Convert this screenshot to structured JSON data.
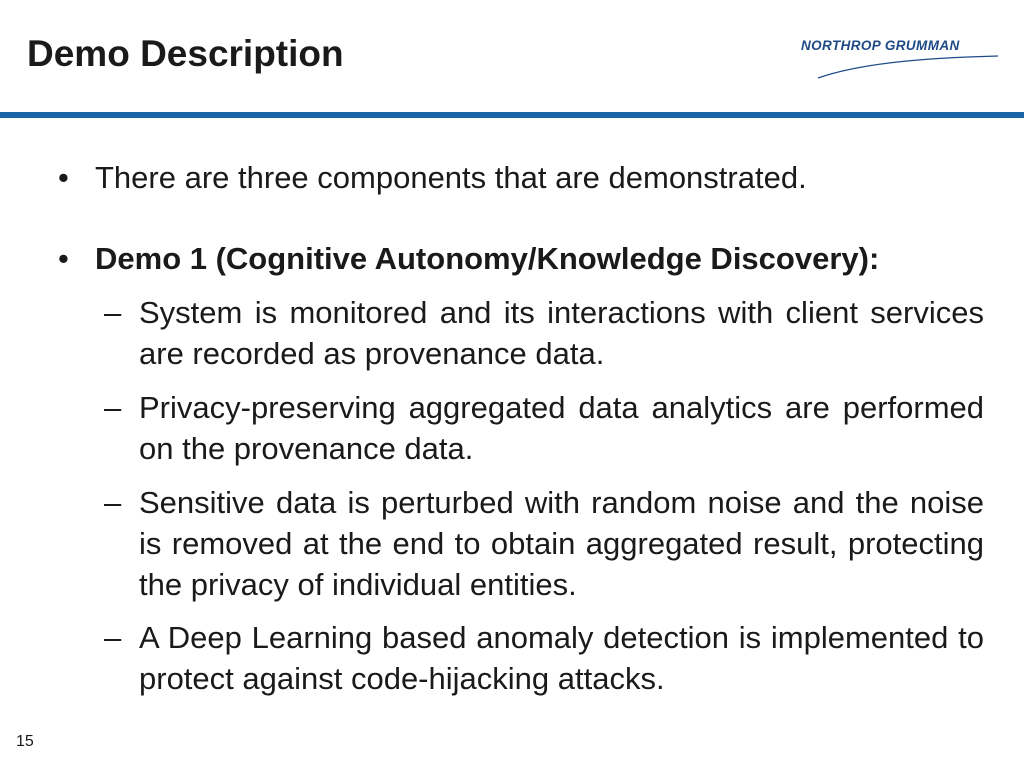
{
  "slide": {
    "title": "Demo Description",
    "page_number": "15"
  },
  "logo": {
    "text": "NORTHROP GRUMMAN",
    "color": "#1e4a86"
  },
  "accent_color": "#1a64a8",
  "bullets": [
    {
      "marker": "•",
      "text": "There are three components that are demonstrated."
    },
    {
      "marker": "•",
      "text": "Demo 1 (Cognitive Autonomy/Knowledge Discovery):",
      "sub_items": [
        {
          "marker": "–",
          "text": "System is monitored and its interactions with client services are recorded as provenance data."
        },
        {
          "marker": "–",
          "text": "Privacy-preserving aggregated data analytics are performed on the provenance data."
        },
        {
          "marker": "–",
          "text": "Sensitive data is perturbed with random noise and the noise is removed at the end to obtain aggregated result, protecting the privacy of individual entities."
        },
        {
          "marker": "–",
          "text": "A Deep Learning based anomaly detection is implemented to protect against code-hijacking attacks."
        }
      ]
    }
  ]
}
